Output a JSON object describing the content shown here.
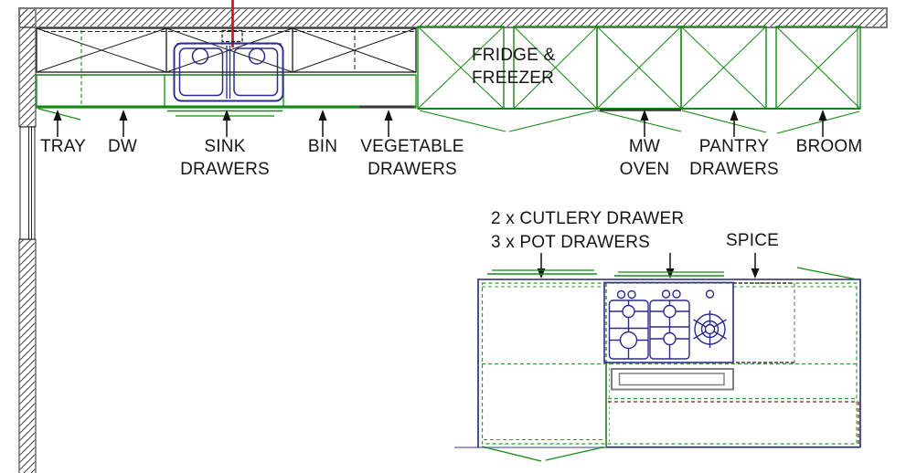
{
  "plan": {
    "labels": {
      "tray": "TRAY",
      "dw": "DW",
      "sink_drawers": "SINK\nDRAWERS",
      "bin": "BIN",
      "vegetable_drawers": "VEGETABLE\nDRAWERS",
      "fridge_freezer": "FRIDGE &\nFREEZER",
      "mw_oven": "MW\nOVEN",
      "pantry_drawers": "PANTRY\nDRAWERS",
      "broom": "BROOM",
      "cutlery_drawer": "2 x CUTLERY DRAWER",
      "pot_drawers": "3 x POT DRAWERS",
      "spice": "SPICE"
    },
    "colors": {
      "wall_outline": "#7a7a7a",
      "wall_hatch": "#3c3c3c",
      "upper_cabinet_black": "#1a1a1a",
      "cabinet_green": "#128a12",
      "light_green": "#7cc47c",
      "appliance_navy": "#2a2a8f",
      "island_outline": "#23237c",
      "island_bottom": "#9a9ad2",
      "supply_red": "#c41414",
      "service_red_dashed": "#8b1f1f",
      "handle_gray": "#7f7f7f"
    }
  }
}
